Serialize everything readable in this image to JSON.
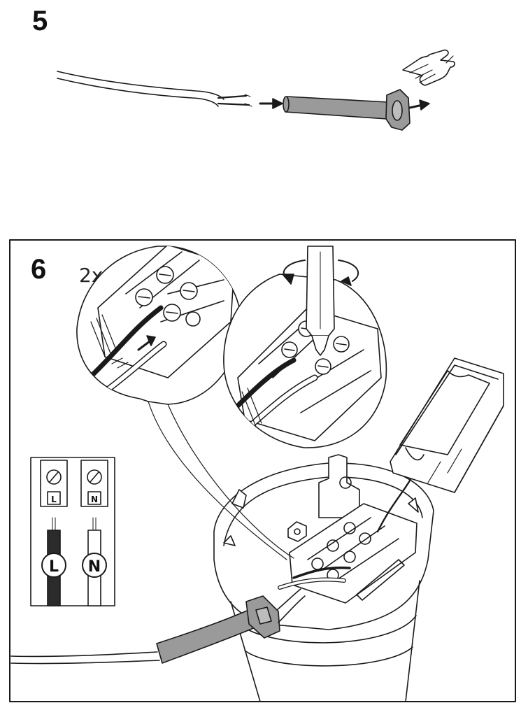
{
  "step5": {
    "number": "5"
  },
  "step6": {
    "number": "6",
    "multiplier": "2x",
    "terminal_left": "L",
    "terminal_right": "N",
    "wire_live": "L",
    "wire_neutral": "N"
  },
  "colors": {
    "line": "#1a1a1a",
    "grey_fill": "#9a9a9a",
    "dark_fill": "#2b2b2b",
    "background": "#ffffff"
  },
  "icons": [
    "cable",
    "sleeve",
    "press-hand",
    "arrow",
    "screwdriver",
    "rotate-arrow",
    "terminal-block",
    "lamp-base",
    "cover-box",
    "magnifier-bubble"
  ]
}
